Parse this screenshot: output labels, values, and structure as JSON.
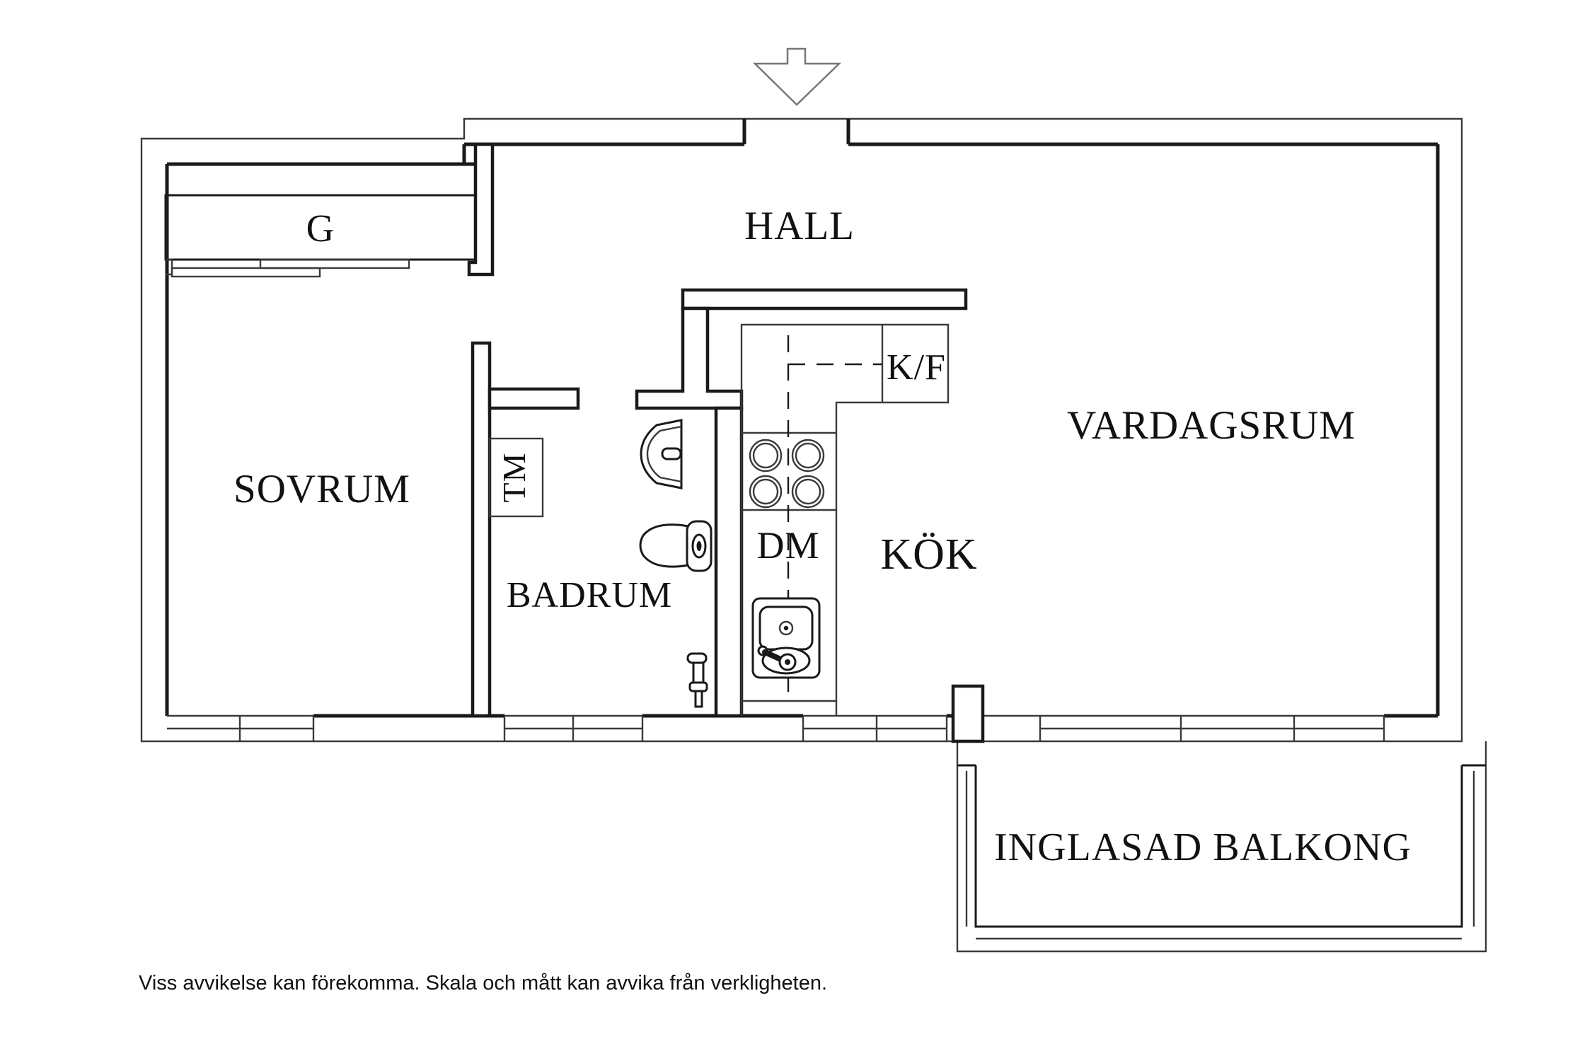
{
  "page": {
    "background": "#ffffff",
    "wall_color": "#1a1a1a",
    "thin_line_color": "#3a3a3a",
    "type": "apartment floor plan"
  },
  "plan": {
    "rooms": [
      {
        "id": "hall",
        "label": "HALL"
      },
      {
        "id": "sovrum",
        "label": "SOVRUM"
      },
      {
        "id": "badrum",
        "label": "BADRUM"
      },
      {
        "id": "kok",
        "label": "KÖK"
      },
      {
        "id": "vardagsrum",
        "label": "VARDAGSRUM"
      },
      {
        "id": "inglasad-balkong",
        "label": "INGLASAD BALKONG"
      }
    ],
    "features": [
      {
        "id": "garderob",
        "label": "G"
      },
      {
        "id": "tvattmaskin",
        "label": "TM"
      },
      {
        "id": "diskmaskin",
        "label": "DM"
      },
      {
        "id": "kyl-frys",
        "label": "K/F"
      }
    ]
  },
  "footer": {
    "disclaimer": "Viss avvikelse kan förekomma. Skala och mått kan avvika från verkligheten."
  }
}
